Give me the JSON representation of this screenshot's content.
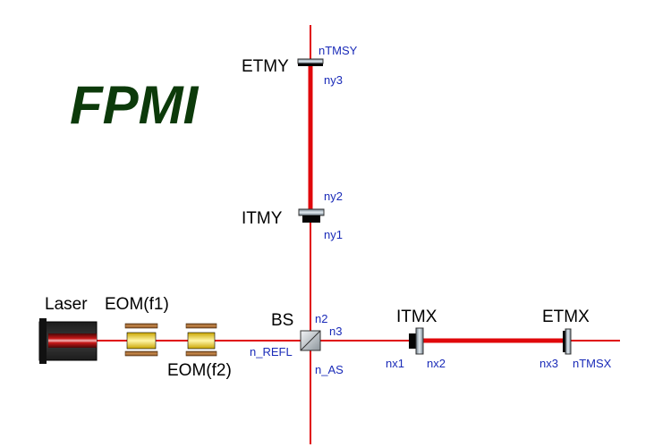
{
  "title": "FPMI",
  "colors": {
    "title": "#0c3a0a",
    "beam": "#e0070b",
    "node_label": "#1a2bb8",
    "component_label": "#000000"
  },
  "components": {
    "laser": "Laser",
    "eom1": "EOM(f1)",
    "eom2": "EOM(f2)",
    "bs": "BS",
    "itmx": "ITMX",
    "etmx": "ETMX",
    "itmy": "ITMY",
    "etmy": "ETMY"
  },
  "nodes": {
    "n2": "n2",
    "n3": "n3",
    "n_refl": "n_REFL",
    "n_as": "n_AS",
    "nx1": "nx1",
    "nx2": "nx2",
    "nx3": "nx3",
    "ntmsx": "nTMSX",
    "ny1": "ny1",
    "ny2": "ny2",
    "ny3": "ny3",
    "ntmsy": "nTMSY"
  }
}
